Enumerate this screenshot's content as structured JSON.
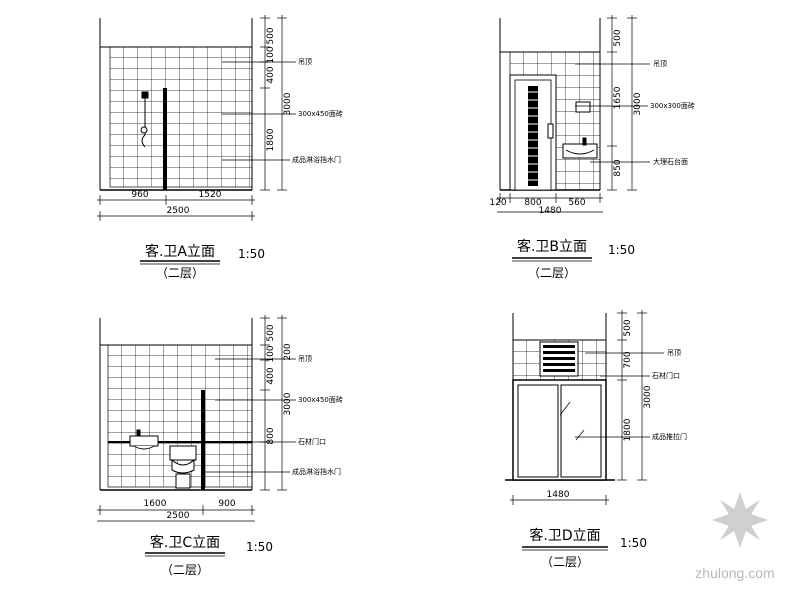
{
  "elevations": [
    {
      "title": "客.卫A立面",
      "sub": "（二层）",
      "scale": "1:50",
      "dims_v": [
        "500",
        "100",
        "400",
        "3000",
        "1800"
      ],
      "dims_h": [
        "960",
        "1520",
        "2500"
      ],
      "notes": [
        "吊顶",
        "300x450面砖",
        "成品淋浴挡水门"
      ]
    },
    {
      "title": "客.卫B立面",
      "sub": "（二层）",
      "scale": "1:50",
      "dims_v": [
        "500",
        "1650",
        "3000",
        "850"
      ],
      "dims_h": [
        "120",
        "800",
        "560",
        "1480"
      ],
      "notes": [
        "吊顶",
        "300x300面砖",
        "大理石台面"
      ]
    },
    {
      "title": "客.卫C立面",
      "sub": "（二层）",
      "scale": "1:50",
      "dims_v": [
        "500",
        "200",
        "100",
        "400",
        "3000",
        "800"
      ],
      "dims_h": [
        "1600",
        "900",
        "2500"
      ],
      "notes": [
        "吊顶",
        "300x450面砖",
        "石材门口",
        "成品淋浴挡水门"
      ]
    },
    {
      "title": "客.卫D立面",
      "sub": "（二层）",
      "scale": "1:50",
      "dims_v": [
        "500",
        "700",
        "3000",
        "1800"
      ],
      "dims_h": [
        "1480"
      ],
      "notes": [
        "吊顶",
        "石材门口",
        "成品推拉门"
      ]
    }
  ],
  "watermark": "zhulong.com"
}
